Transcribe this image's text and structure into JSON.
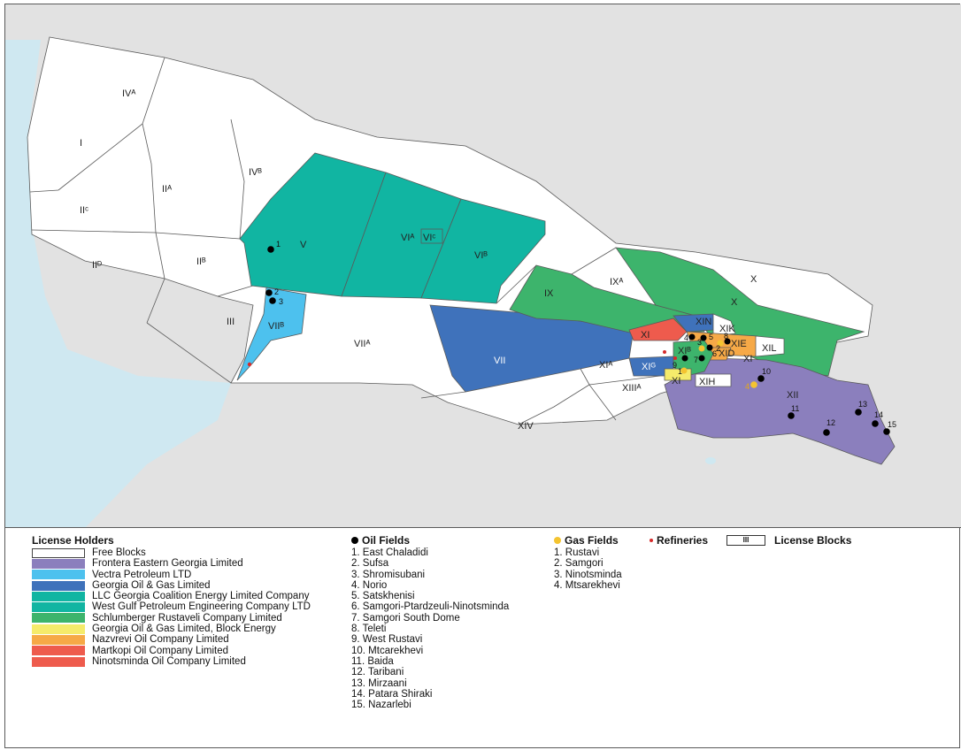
{
  "colors": {
    "sea": "#cfe8f1",
    "land_outside": "#e2e2e2",
    "free": "#ffffff",
    "frontera": "#8b7fbd",
    "vectra": "#4dc1ee",
    "georgia_oil_gas": "#3f72bb",
    "coalition": "#11b5a2",
    "west_gulf": "#11b5a2",
    "schlumberger": "#3db46c",
    "block_energy": "#f5eb6b",
    "nazvrevi": "#f6a947",
    "martkopi": "#ee5b4d",
    "ninotsminda": "#ee5b4d",
    "oil_marker": "#000000",
    "gas_marker": "#f4c430",
    "refinery_marker": "#d62b2b"
  },
  "map": {
    "blocks": [
      {
        "label": "IVᴬ"
      },
      {
        "label": "I"
      },
      {
        "label": "IIᴬ"
      },
      {
        "label": "IVᴮ"
      },
      {
        "label": "IIᶜ"
      },
      {
        "label": "IIᴰ"
      },
      {
        "label": "IIᴮ"
      },
      {
        "label": "III"
      },
      {
        "label": "V"
      },
      {
        "label": "VIᴬ"
      },
      {
        "label": "VIᶜ"
      },
      {
        "label": "VIᴮ"
      },
      {
        "label": "VIIᴮ"
      },
      {
        "label": "VIIᴬ"
      },
      {
        "label": "VII"
      },
      {
        "label": "IX"
      },
      {
        "label": "IXᴬ"
      },
      {
        "label": "X"
      },
      {
        "label": "X"
      },
      {
        "label": "XIN"
      },
      {
        "label": "XIK"
      },
      {
        "label": "XI"
      },
      {
        "label": "XIE"
      },
      {
        "label": "XIL"
      },
      {
        "label": "XID"
      },
      {
        "label": "XIᴮ"
      },
      {
        "label": "XI"
      },
      {
        "label": "XIᴬ"
      },
      {
        "label": "XIᴳ"
      },
      {
        "label": "XI"
      },
      {
        "label": "XIH"
      },
      {
        "label": "XII"
      },
      {
        "label": "XIIIᴬ"
      },
      {
        "label": "XIV"
      }
    ],
    "oil_field_numbers": [
      "1",
      "2",
      "3",
      "4",
      "5",
      "6",
      "7",
      "8",
      "9",
      "10",
      "11",
      "12",
      "13",
      "14",
      "15"
    ],
    "gas_field_numbers": [
      "1",
      "2",
      "3",
      "4"
    ]
  },
  "legend": {
    "license_holders": {
      "title": "License Holders",
      "items": [
        {
          "label": "Free Blocks"
        },
        {
          "label": "Frontera Eastern Georgia Limited"
        },
        {
          "label": "Vectra Petroleum LTD"
        },
        {
          "label": "Georgia Oil & Gas Limited"
        },
        {
          "label": "LLC Georgia Coalition Energy Limited Company"
        },
        {
          "label": "West Gulf Petroleum Engineering Company LTD"
        },
        {
          "label": "Schlumberger Rustaveli Company Limited"
        },
        {
          "label": "Georgia Oil & Gas Limited, Block Energy"
        },
        {
          "label": "Nazvrevi Oil Company Limited"
        },
        {
          "label": "Martkopi Oil Company Limited"
        },
        {
          "label": "Ninotsminda Oil Company Limited"
        }
      ]
    },
    "oil_fields": {
      "title": "Oil Fields",
      "items": [
        "1. East Chaladidi",
        "2. Sufsa",
        "3. Shromisubani",
        "4. Norio",
        "5. Satskhenisi",
        "6. Samgori-Ptardzeuli-Ninotsminda",
        "7. Samgori South Dome",
        "8. Teleti",
        "9. West Rustavi",
        "10. Mtcarekhevi",
        "11. Baida",
        "12. Taribani",
        "13. Mirzaani",
        "14. Patara Shiraki",
        "15. Nazarlebi"
      ]
    },
    "gas_fields": {
      "title": "Gas Fields",
      "items": [
        "1. Rustavi",
        "2. Samgori",
        "3. Ninotsminda",
        "4. Mtsarekhevi"
      ]
    },
    "refineries": {
      "title": "Refineries"
    },
    "license_blocks": {
      "title": "License Blocks",
      "key": "III"
    }
  }
}
